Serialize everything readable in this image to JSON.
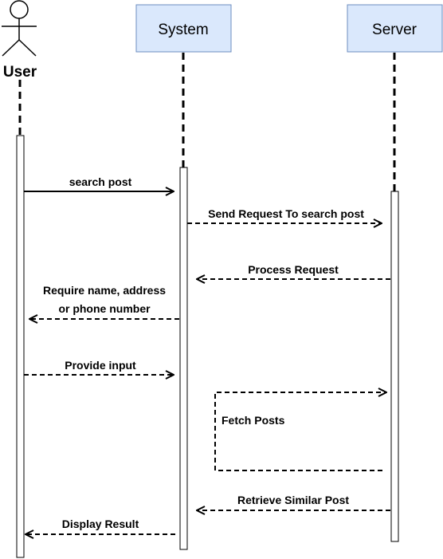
{
  "colors": {
    "participant_fill": "#dae8fc",
    "participant_stroke": "#6c8ebf",
    "line": "#000000",
    "background": "#ffffff"
  },
  "actor": {
    "label": "User"
  },
  "participants": [
    {
      "label": "System"
    },
    {
      "label": "Server"
    }
  ],
  "messages": [
    {
      "label": "search post",
      "style": "solid"
    },
    {
      "label": "Send Request To search post",
      "style": "dashed"
    },
    {
      "label": "Process Request",
      "style": "dashed"
    },
    {
      "label_line1": "Require name, address",
      "label_line2": "or phone number",
      "style": "dashed"
    },
    {
      "label": "Provide input",
      "style": "dashed"
    },
    {
      "label": "Fetch Posts",
      "style": "dashed"
    },
    {
      "label": "Retrieve Similar Post",
      "style": "dashed"
    },
    {
      "label": "Display Result",
      "style": "dashed"
    }
  ]
}
